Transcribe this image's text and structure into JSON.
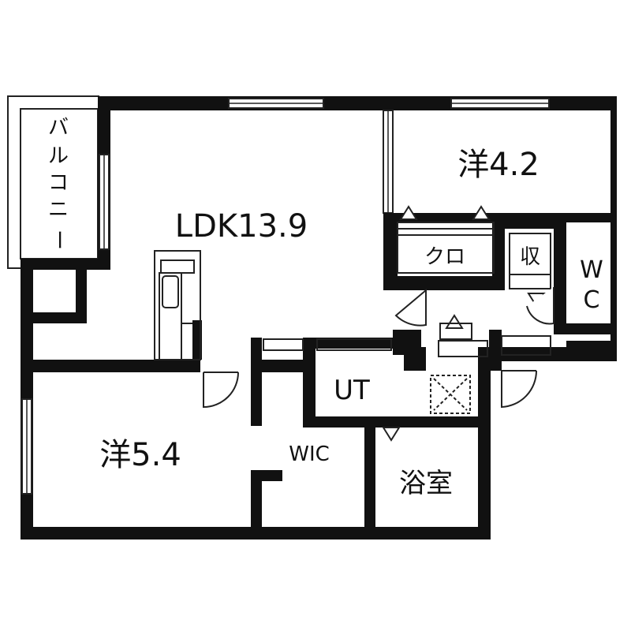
{
  "floorplan": {
    "rooms": {
      "ldk": "LDK13.9",
      "western_4": "洋4.2",
      "western_5": "洋5.4",
      "closet": "クロ",
      "storage": "収",
      "wc_w": "W",
      "wc_c": "C",
      "utility": "UT",
      "wic": "WIC",
      "bath": "浴室",
      "balcony": [
        "バ",
        "ル",
        "コ",
        "ニ",
        "ー"
      ]
    },
    "colors": {
      "wall": "#111111",
      "window": "#ffffff",
      "line": "#222222",
      "background": "#ffffff"
    }
  }
}
